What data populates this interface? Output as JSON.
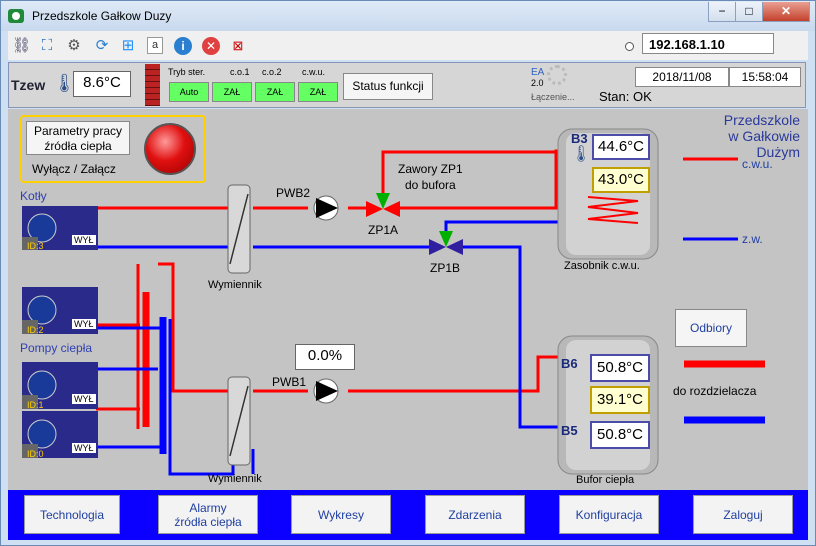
{
  "window": {
    "title": "Przedszkole Gałkow Duzy",
    "minimize": "−",
    "maximize": "□",
    "close": "✕"
  },
  "toolbar": {
    "ip": "192.168.1.10"
  },
  "status": {
    "tzew_label": "Tzew",
    "tzew_value": "8.6°C",
    "tryb_label": "Tryb ster.",
    "modes": [
      {
        "header": "c.o.1",
        "value": "Auto"
      },
      {
        "header": "c.o.2",
        "value": "ZAŁ"
      },
      {
        "header": "c.w.u.",
        "value": "ZAŁ"
      }
    ],
    "mode_first_value": "ZAŁ",
    "status_button": "Status funkcji",
    "date": "2018/11/08",
    "time": "15:58:04",
    "stan": "Stan: OK",
    "ea_logo": "EA",
    "ea_version": "2.0",
    "connecting": "Łączenie..."
  },
  "main": {
    "param_button": "Parametry pracy\nźródła ciepła",
    "toggle_label": "Wyłącz / Załącz",
    "site_title": "Przedszkole\nw Gałkowie Dużym",
    "kotly": "Kotły",
    "pompy": "Pompy ciepła",
    "pwb2": "PWB2",
    "pwb1": "PWB1",
    "pwb1_value": "0.0%",
    "zawory": "Zawory ZP1\ndo bufora",
    "zp1a": "ZP1A",
    "zp1b": "ZP1B",
    "wymiennik1": "Wymiennik",
    "wymiennik2": "Wymiennik",
    "b3": "B3",
    "b3_temp": "44.6°C",
    "b3_temp2": "43.0°C",
    "cwu": "c.w.u.",
    "zw": "z.w.",
    "zasobnik": "Zasobnik c.w.u.",
    "b6": "B6",
    "b6_temp": "50.8°C",
    "mid_temp": "39.1°C",
    "b5": "B5",
    "b5_temp": "50.8°C",
    "bufor": "Bufor ciepła",
    "odbiory": "Odbiory",
    "rozdzielacz": "do rozdzielacza",
    "devices": [
      {
        "id": "ID:3",
        "state": "WYŁ"
      },
      {
        "id": "ID:2",
        "state": "WYŁ"
      },
      {
        "id": "ID:1",
        "state": "WYŁ"
      },
      {
        "id": "ID:0",
        "state": "WYŁ"
      }
    ]
  },
  "nav": [
    "Technologia",
    "Alarmy\nźródła ciepła",
    "Wykresy",
    "Zdarzenia",
    "Konfiguracja",
    "Zaloguj"
  ]
}
